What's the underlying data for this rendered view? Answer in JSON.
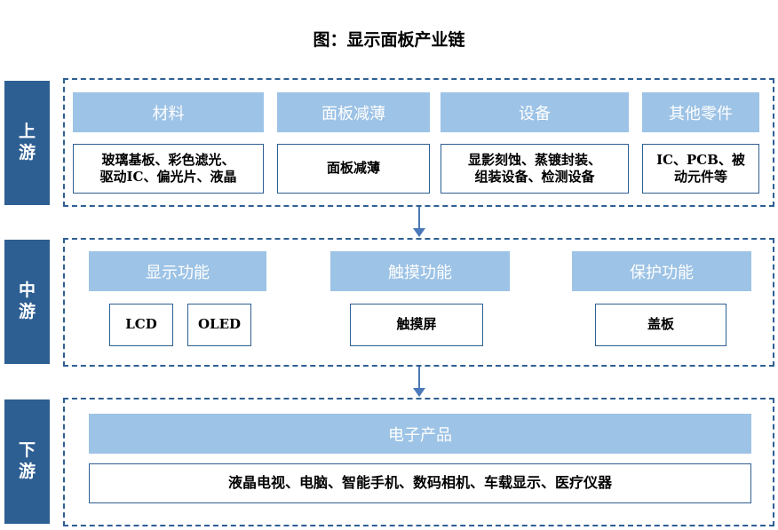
{
  "title": "图：显示面板产业链",
  "upstream": {
    "label_1": "上",
    "label_2": "游",
    "categories": [
      "材料",
      "面板减薄",
      "设备",
      "其他零件"
    ],
    "items": [
      [
        "玻璃基板、彩色滤光、",
        "驱动IC、偏光片、液晶"
      ],
      [
        "面板减薄"
      ],
      [
        "显影刻蚀、蒸镀封装、",
        "组装设备、检测设备"
      ],
      [
        "IC、PCB、被",
        "动元件等"
      ]
    ]
  },
  "midstream": {
    "label_1": "中",
    "label_2": "游",
    "categories": [
      "显示功能",
      "触摸功能",
      "保护功能"
    ],
    "items": [
      "LCD",
      "OLED",
      "触摸屏",
      "盖板"
    ]
  },
  "downstream": {
    "label_1": "下",
    "label_2": "游",
    "category": "电子产品",
    "item": "液晶电视、电脑、智能手机、数码相机、车载显示、医疗仪器"
  },
  "colors": {
    "stage_tab": "#2e5f93",
    "category_fill": "#9dc3e6",
    "border": "#2e5f93",
    "arrow": "#4a78b8"
  }
}
